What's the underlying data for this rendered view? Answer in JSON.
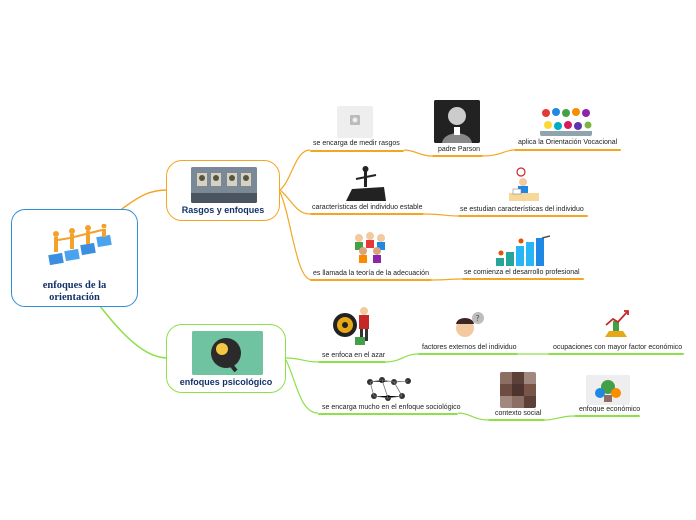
{
  "root": {
    "label": "enfoques de la\norientación"
  },
  "branch1": {
    "label": "Rasgos y enfoques",
    "color": "#f4a623",
    "leaves": [
      {
        "label": "se encarga de medir rasgos"
      },
      {
        "label": "padre Parson"
      },
      {
        "label": "aplica la Orientación Vocacional"
      },
      {
        "label": "características del individuo estable"
      },
      {
        "label": "se estudian características del individuo"
      },
      {
        "label": "es llamada la teoría de la adecuación"
      },
      {
        "label": "se comienza el desarrollo profesional"
      }
    ]
  },
  "branch2": {
    "label": "enfoques psicológico",
    "color": "#8ee04a",
    "leaves": [
      {
        "label": "se enfoca en el azar"
      },
      {
        "label": "factores externos del individuo"
      },
      {
        "label": "ocupaciones con mayor factor económico"
      },
      {
        "label": "se encarga mucho en el enfoque sociológico"
      },
      {
        "label": "contexto social"
      },
      {
        "label": "enfoque económico"
      }
    ]
  },
  "root_color": "#2f8fd8"
}
